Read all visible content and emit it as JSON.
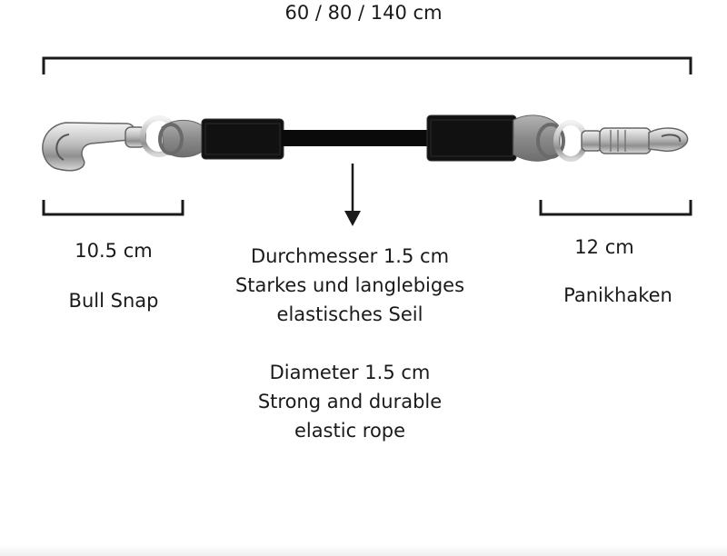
{
  "dimensions": {
    "total_length": "60 / 80 / 140 cm",
    "left_hook_length": "10.5 cm",
    "right_hook_length": "12 cm"
  },
  "components": {
    "left_hook_name": "Bull Snap",
    "right_hook_name": "Panikhaken"
  },
  "rope_description": {
    "de": [
      "Durchmesser 1.5 cm",
      "Starkes und langlebiges",
      "elastisches Seil"
    ],
    "en": [
      "Diameter 1.5 cm",
      "Strong and durable",
      "elastic rope"
    ]
  },
  "colors": {
    "bracket": "#1a1a1a",
    "rope_sleeve": "#111111",
    "rope_core": "#0a0a0a",
    "cord_grey": "#8a8a8a",
    "metal": "#c9c9c9"
  }
}
